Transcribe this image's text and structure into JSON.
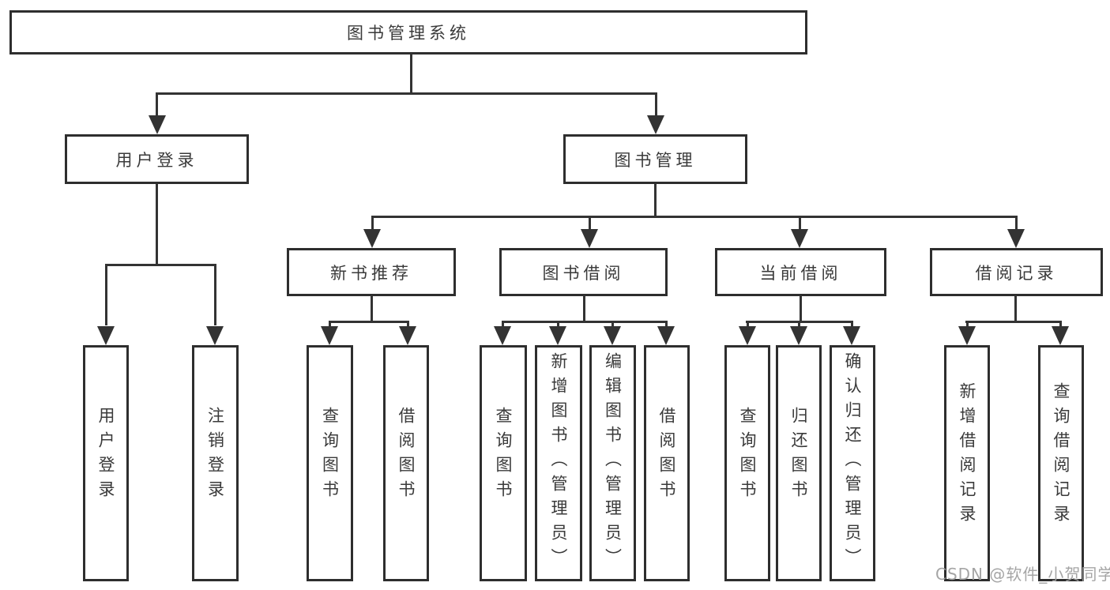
{
  "diagram": {
    "root": {
      "label": "图书管理系统"
    },
    "branches": [
      {
        "label": "用户登录",
        "leaves": [
          {
            "label": "用户登录"
          },
          {
            "label": "注销登录"
          }
        ]
      },
      {
        "label": "图书管理",
        "groups": [
          {
            "label": "新书推荐",
            "leaves": [
              {
                "label": "查询图书"
              },
              {
                "label": "借阅图书"
              }
            ]
          },
          {
            "label": "图书借阅",
            "leaves": [
              {
                "label": "查询图书"
              },
              {
                "label": "新增图书（管理员）"
              },
              {
                "label": "编辑图书（管理员）"
              },
              {
                "label": "借阅图书"
              }
            ]
          },
          {
            "label": "当前借阅",
            "leaves": [
              {
                "label": "查询图书"
              },
              {
                "label": "归还图书"
              },
              {
                "label": "确认归还（管理员）"
              }
            ]
          },
          {
            "label": "借阅记录",
            "leaves": [
              {
                "label": "新增借阅记录"
              },
              {
                "label": "查询借阅记录"
              }
            ]
          }
        ]
      }
    ]
  },
  "watermark": {
    "text": "CSDN @软件_小贺同学"
  },
  "colors": {
    "line": "#333333",
    "border": "#2e2e2e",
    "text": "#3a3a3a",
    "background": "#ffffff",
    "watermark": "#a0a0a0"
  }
}
